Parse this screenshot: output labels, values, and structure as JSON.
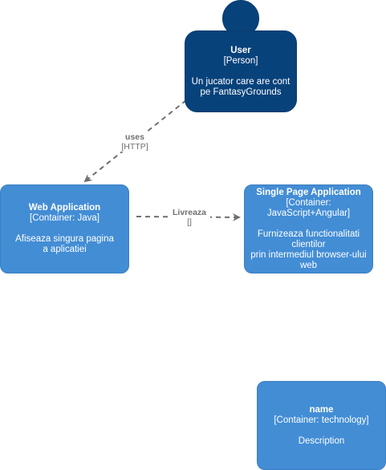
{
  "person": {
    "name": "User",
    "type": "[Person]",
    "description_lines": [
      "Un jucator care are cont",
      "pe FantasyGrounds"
    ]
  },
  "web_app": {
    "name": "Web Application",
    "type": "[Container: Java]",
    "description_lines": [
      "Afiseaza singura pagina",
      "a aplicatiei"
    ]
  },
  "spa": {
    "name": "Single Page Application",
    "type_lines": [
      "[Container:",
      "JavaScript+Angular]"
    ],
    "description_lines": [
      "Furnizeaza functionalitati",
      "clientilor",
      "prin intermediul browser-ului",
      "web"
    ]
  },
  "template": {
    "name": "name",
    "type": "[Container: technology]",
    "description": "Description"
  },
  "edges": {
    "uses": {
      "label": "uses",
      "tech": "[HTTP]"
    },
    "delivers": {
      "label": "Livreaza",
      "tech": "[]"
    }
  },
  "colors": {
    "person": "#08427b",
    "container": "#438dd5",
    "edge": "#707070"
  }
}
